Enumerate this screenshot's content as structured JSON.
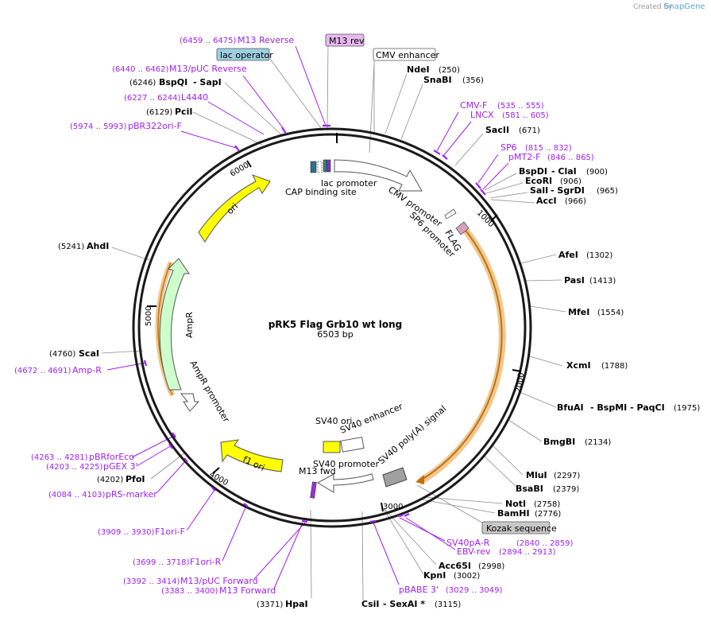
{
  "brand": {
    "created_by": "Created by",
    "logo": "SnapGene"
  },
  "plasmid": {
    "name": "pRK5 Flag Grb10 wt long",
    "length_label": "6503 bp"
  },
  "ticks": [
    "1000",
    "2000",
    "3000",
    "4000",
    "5000",
    "6000"
  ],
  "enzymes": [
    {
      "name": "NdeI",
      "pos": "(250)"
    },
    {
      "name": "SnaBI",
      "pos": "(356)"
    },
    {
      "name": "SacII",
      "pos": "(671)"
    },
    {
      "name": "BspDI",
      "suffix": "- ClaI",
      "pos": "(900)"
    },
    {
      "name": "EcoRI",
      "pos": "(906)"
    },
    {
      "name": "SalI",
      "suffix": "- SgrDI",
      "pos": "(965)"
    },
    {
      "name": "AccI",
      "pos": "(966)"
    },
    {
      "name": "AfeI",
      "pos": "(1302)"
    },
    {
      "name": "PasI",
      "pos": "(1413)"
    },
    {
      "name": "MfeI",
      "pos": "(1554)"
    },
    {
      "name": "XcmI",
      "pos": "(1788)"
    },
    {
      "name": "BfuAI",
      "suffix": "- BspMI - PaqCI",
      "pos": "(1975)"
    },
    {
      "name": "BmgBI",
      "pos": "(2134)"
    },
    {
      "name": "MluI",
      "pos": "(2297)"
    },
    {
      "name": "BsaBI",
      "pos": "(2379)"
    },
    {
      "name": "NotI",
      "pos": "(2758)"
    },
    {
      "name": "BamHI",
      "pos": "(2776)"
    },
    {
      "name": "Acc65I",
      "pos": "(2998)"
    },
    {
      "name": "KpnI",
      "pos": "(3002)"
    },
    {
      "name": "CsiI",
      "suffix": "- SexAI *",
      "pos": "(3115)"
    },
    {
      "name": "HpaI",
      "pos": "(3371)"
    },
    {
      "name": "PfoI",
      "pos": "(4202)"
    },
    {
      "name": "ScaI",
      "pos": "(4760)"
    },
    {
      "name": "AhdI",
      "pos": "(5241)"
    },
    {
      "name": "PciI",
      "pos": "(6129)"
    },
    {
      "name": "BspQI",
      "suffix": "- SapI",
      "pos": "(6246)"
    }
  ],
  "primers": [
    {
      "name": "M13 Reverse",
      "range": "(6459 .. 6475)"
    },
    {
      "name": "M13/pUC Reverse",
      "range": "(6440 .. 6462)"
    },
    {
      "name": "L4440",
      "range": "(6227 .. 6244)"
    },
    {
      "name": "pBR322ori-F",
      "range": "(5974 .. 5993)"
    },
    {
      "name": "CMV-F",
      "range": "(535 .. 555)"
    },
    {
      "name": "LNCX",
      "range": "(581 .. 605)"
    },
    {
      "name": "SP6",
      "range": "(815 .. 832)"
    },
    {
      "name": "pMT2-F",
      "range": "(846 .. 865)"
    },
    {
      "name": "Amp-R",
      "range": "(4672 .. 4691)"
    },
    {
      "name": "pBRforEco",
      "range": "(4263 .. 4281)"
    },
    {
      "name": "pGEX 3'",
      "range": "(4203 .. 4225)"
    },
    {
      "name": "pRS-marker",
      "range": "(4084 .. 4103)"
    },
    {
      "name": "F1ori-F",
      "range": "(3909 .. 3930)"
    },
    {
      "name": "F1ori-R",
      "range": "(3699 .. 3718)"
    },
    {
      "name": "M13/pUC Forward",
      "range": "(3392 .. 3414)"
    },
    {
      "name": "M13 Forward",
      "range": "(3383 .. 3400)"
    },
    {
      "name": "SV40pA-R",
      "range": "(2840 .. 2859)"
    },
    {
      "name": "EBV-rev",
      "range": "(2894 .. 2913)"
    },
    {
      "name": "pBABE 3'",
      "range": "(3029 .. 3049)"
    }
  ],
  "boxed": {
    "m13_rev": "M13 rev",
    "lac_operator": "lac operator",
    "cmv_enhancer": "CMV enhancer",
    "kozak": "Kozak sequence"
  },
  "features": {
    "cap_binding": "CAP binding site",
    "lac_promoter": "lac promoter",
    "cmv_promoter": "CMV promoter",
    "sp6_promoter": "SP6 promoter",
    "flag": "FLAG",
    "ori": "ori",
    "ampr": "AmpR",
    "ampr_promoter": "AmpR promoter",
    "sv40_ori": "SV40 ori",
    "sv40_enhancer": "SV40 enhancer",
    "sv40_promoter": "SV40 promoter",
    "sv40_polya": "SV40 poly(A) signal",
    "f1_ori": "f1 ori",
    "m13_fwd": "M13 fwd"
  },
  "colors": {
    "backbone": "#1a1a1a",
    "primer": "#a020f0",
    "ori": "#ffff00",
    "ampr": "#ccffcc",
    "orange": "#f0a030",
    "sv40": "#a0a0a0",
    "m13_rev_box": "#e8b8f0",
    "lac_box": "#9ecfe0",
    "kozak_box": "#c8c8c8"
  }
}
